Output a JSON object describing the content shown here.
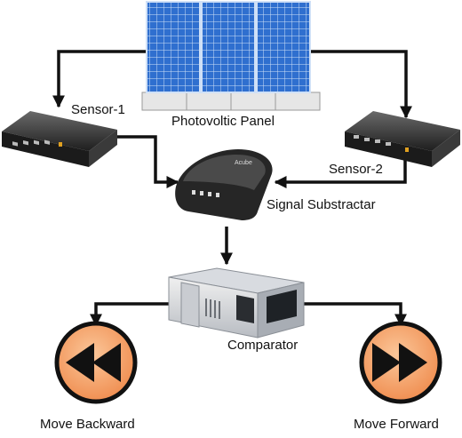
{
  "labels": {
    "panel": "Photovoltic Panel",
    "sensor1": "Sensor-1",
    "sensor2": "Sensor-2",
    "subtractor": "Signal Substractar",
    "comparator": "Comparator",
    "backward": "Move Backward",
    "forward": "Move Forward",
    "router_brand": "Acube"
  },
  "colors": {
    "arrow": "#111111",
    "panel_cell": "#2f6fcf",
    "panel_grid": "#cfe0f7",
    "device_dark": "#2b2b2b",
    "button_fill": "#f4a66e"
  },
  "icons": {
    "panel": "solar-panel-icon",
    "sensor": "network-device-icon",
    "subtractor": "router-icon",
    "comparator": "rack-server-icon",
    "backward": "rewind-icon",
    "forward": "fast-forward-icon"
  }
}
